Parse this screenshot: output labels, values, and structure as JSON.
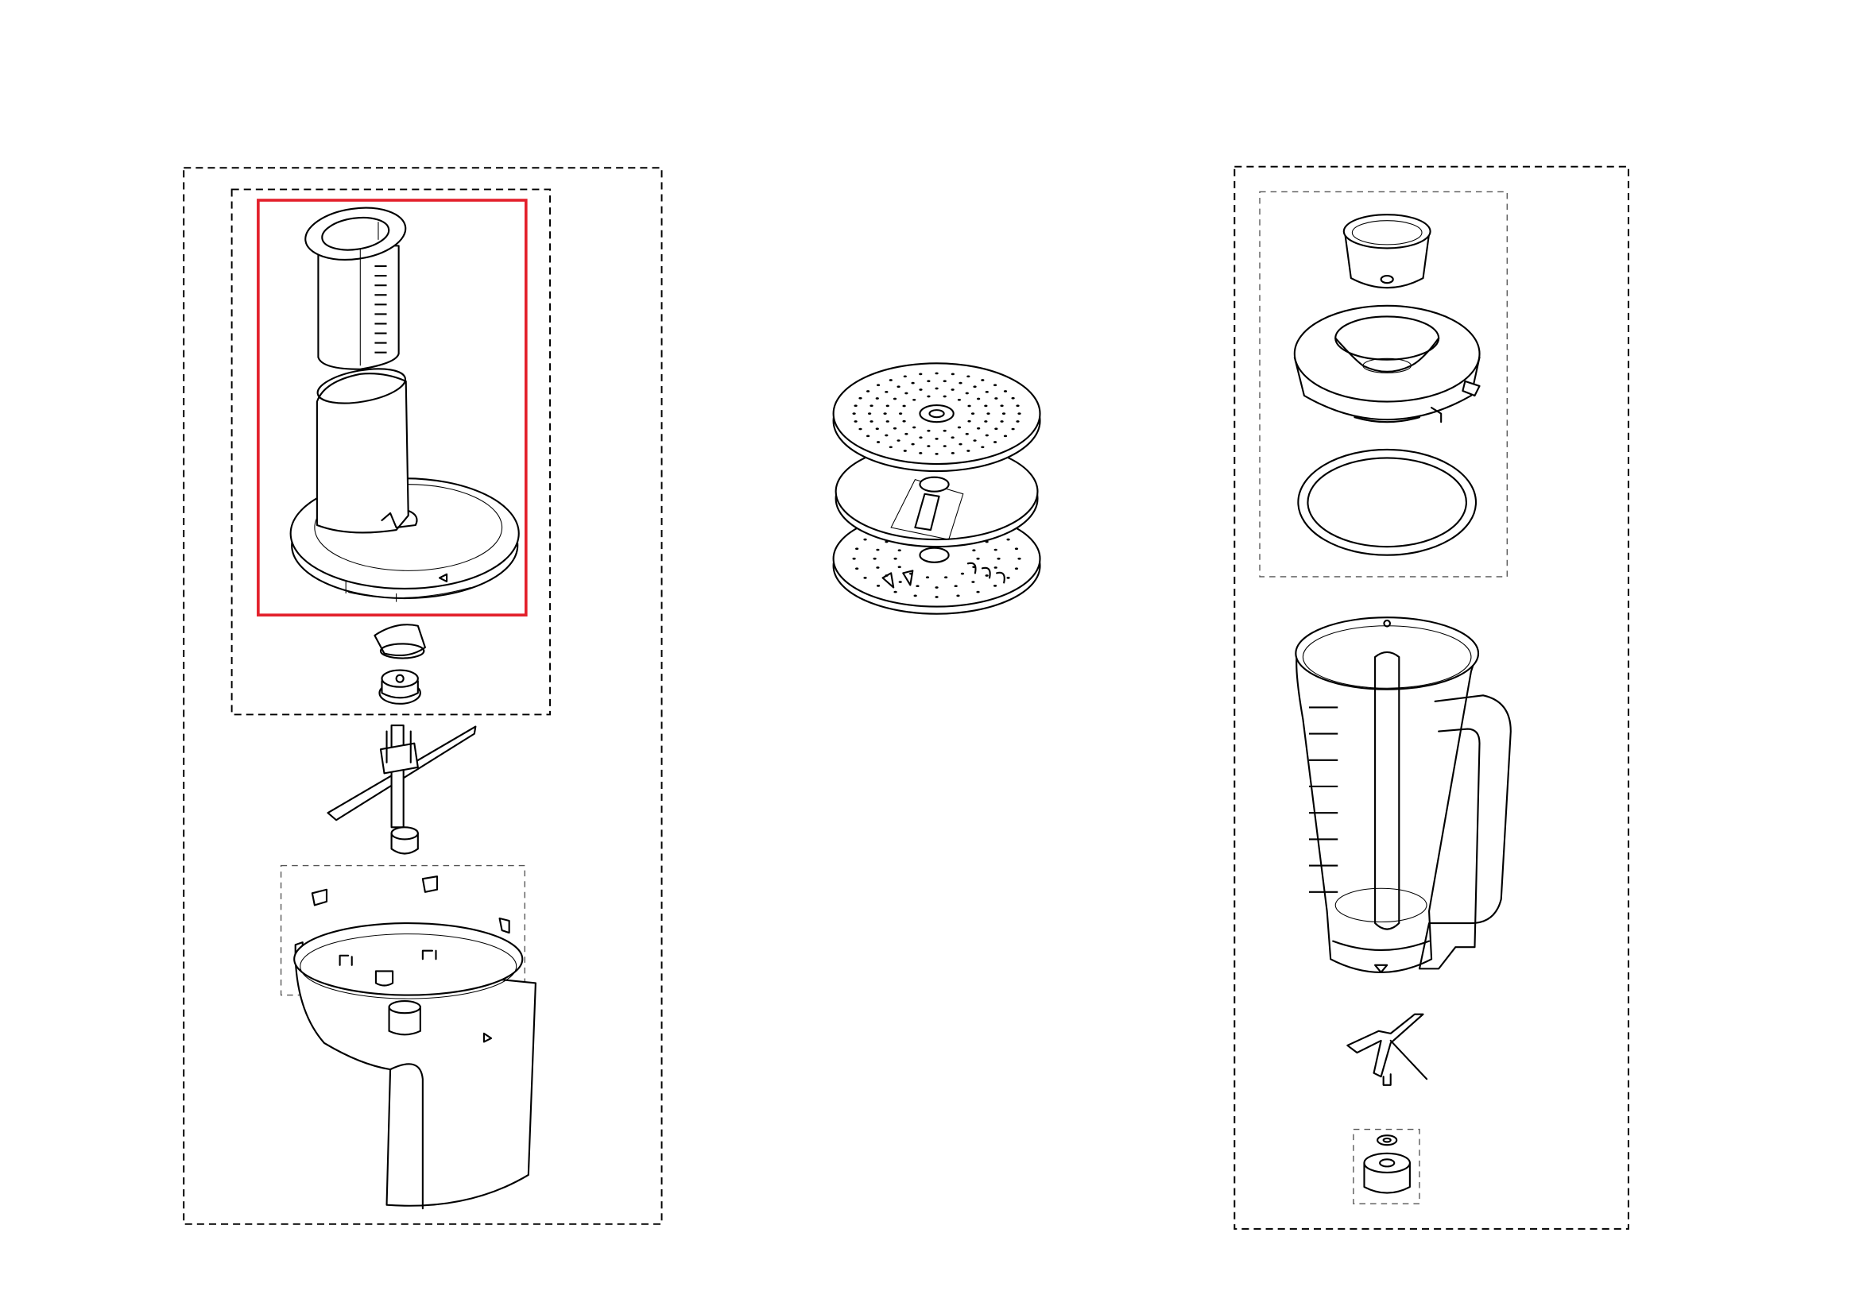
{
  "colors": {
    "background": "#ffffff",
    "line": "#000000",
    "highlight": "#e3202b"
  },
  "groups": [
    {
      "id": "food-processor-assembly",
      "highlighted_part": "pusher-and-lid"
    },
    {
      "id": "disc-set",
      "count": 3
    },
    {
      "id": "blender-assembly"
    }
  ]
}
